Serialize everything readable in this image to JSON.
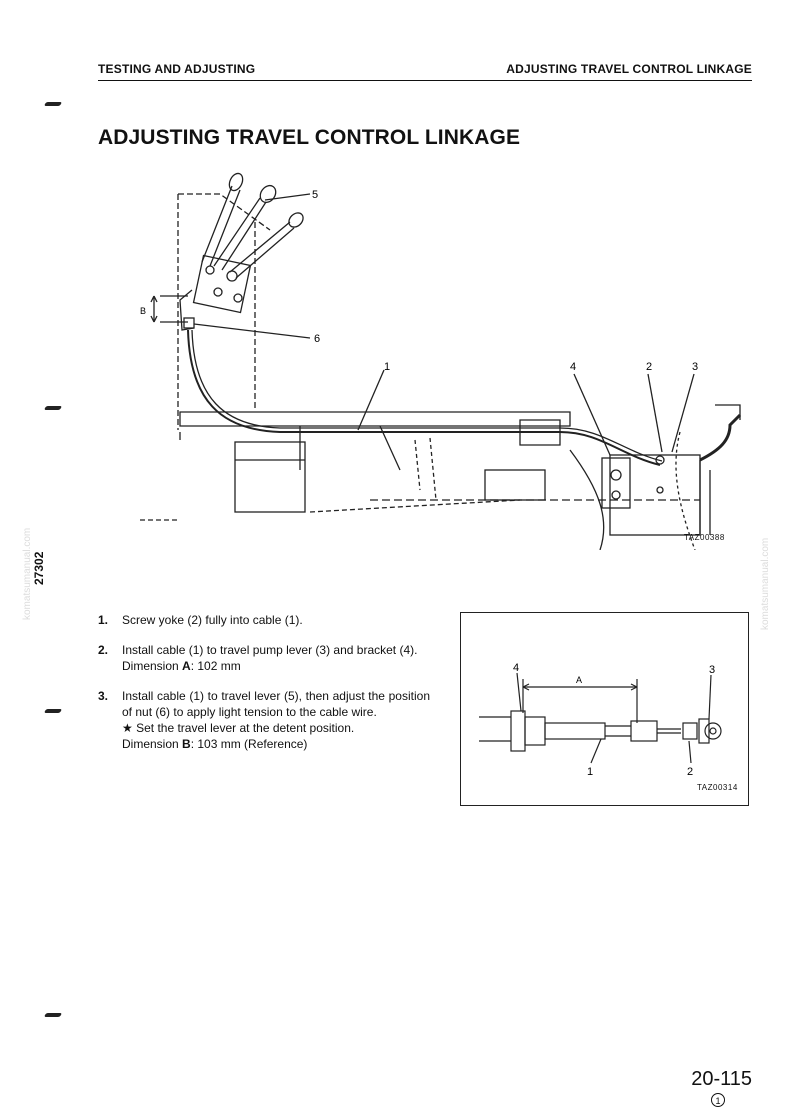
{
  "header": {
    "left": "TESTING AND ADJUSTING",
    "right": "ADJUSTING TRAVEL CONTROL LINKAGE"
  },
  "title": "ADJUSTING TRAVEL CONTROL LINKAGE",
  "side_number": "27302",
  "watermark": "komatsumanual.com",
  "figure1": {
    "ref": "TAZ00388",
    "labels": {
      "b": "B",
      "l1": "1",
      "l2": "2",
      "l3": "3",
      "l4": "4",
      "l5": "5",
      "l6": "6"
    }
  },
  "steps": [
    {
      "num": "1.",
      "text": "Screw yoke (2) fully into cable (1)."
    },
    {
      "num": "2.",
      "text": "Install cable (1) to travel pump lever (3) and bracket (4).",
      "dim_label": "Dimension ",
      "dim_key": "A",
      "dim_value": ": 102 mm"
    },
    {
      "num": "3.",
      "text": "Install cable (1) to travel lever (5), then adjust the position of nut (6) to apply light tension to the cable wire.",
      "note": "★  Set the travel lever at the detent position.",
      "dim_label": "Dimension ",
      "dim_key": "B",
      "dim_value": ": 103 mm (Reference)"
    }
  ],
  "figure2": {
    "ref": "TAZ00314",
    "labels": {
      "a": "A",
      "l1": "1",
      "l2": "2",
      "l3": "3",
      "l4": "4"
    }
  },
  "footer": {
    "page": "20-115",
    "revision": "1"
  }
}
